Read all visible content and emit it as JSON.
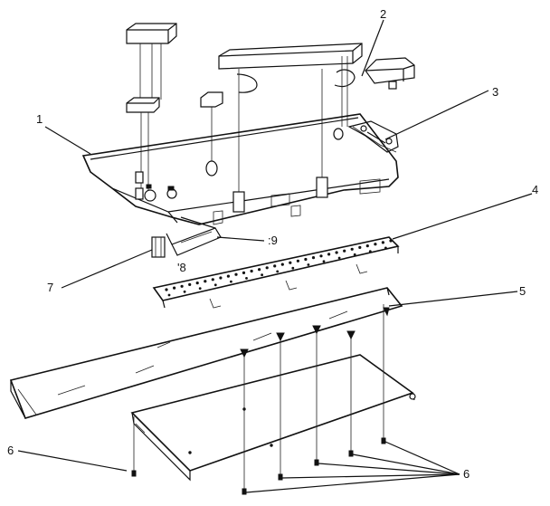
{
  "diagram": {
    "type": "exploded-parts-diagram",
    "callouts": [
      {
        "id": "c1",
        "text": "1"
      },
      {
        "id": "c2",
        "text": "2"
      },
      {
        "id": "c3",
        "text": "3"
      },
      {
        "id": "c4",
        "text": "4"
      },
      {
        "id": "c5",
        "text": "5"
      },
      {
        "id": "c6a",
        "text": "6"
      },
      {
        "id": "c6b",
        "text": "6"
      },
      {
        "id": "c7",
        "text": "7"
      },
      {
        "id": "c8",
        "text": "8"
      },
      {
        "id": "c9",
        "text": "9"
      }
    ],
    "callout_prefix": {
      "c8": "'",
      "c9": ":"
    }
  }
}
